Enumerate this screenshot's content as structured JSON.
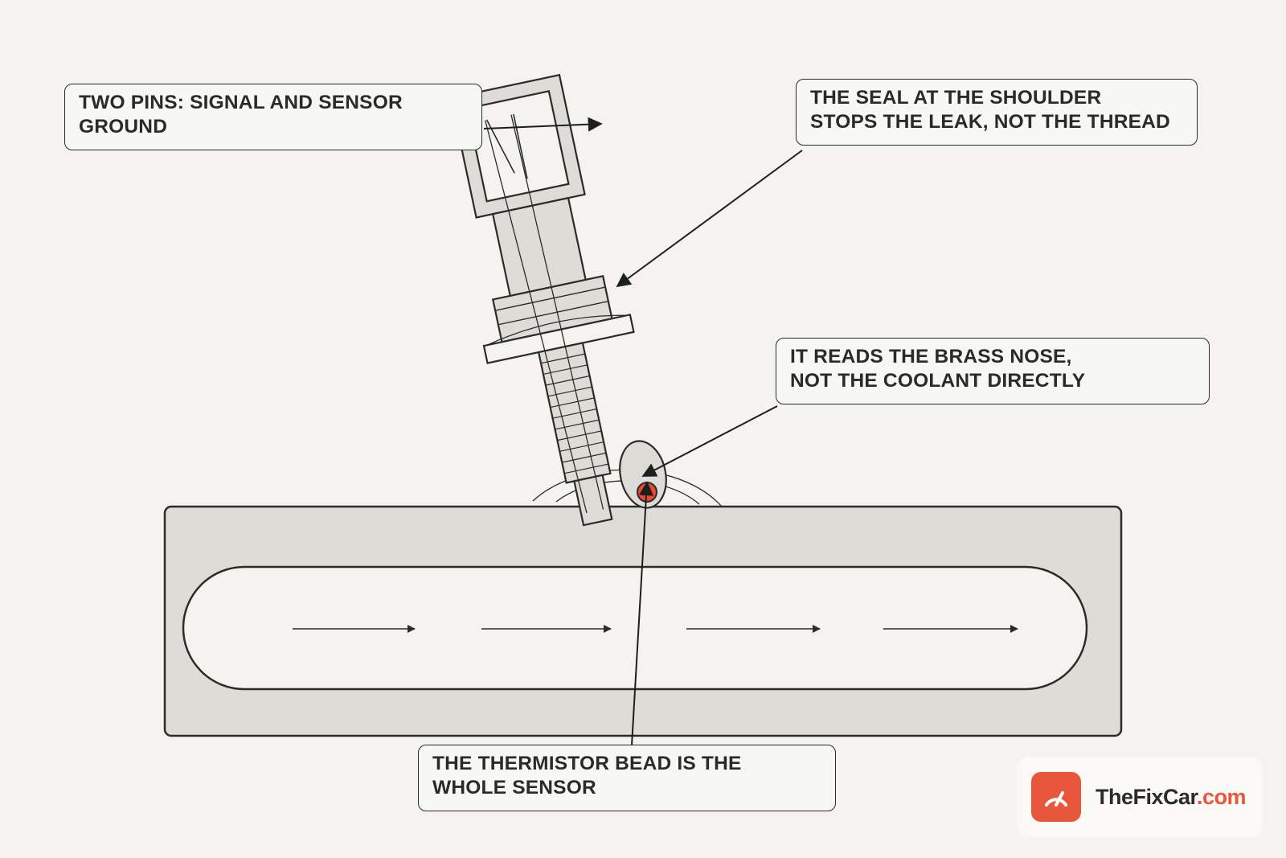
{
  "callouts": {
    "pins": {
      "line1": "TWO PINS: SIGNAL AND SENSOR",
      "line2": "GROUND"
    },
    "seal": {
      "line1": "THE SEAL AT THE SHOULDER",
      "line2": "STOPS THE LEAK, NOT THE THREAD"
    },
    "nose": {
      "line1": "IT READS THE BRASS NOSE,",
      "line2": "NOT THE COOLANT DIRECTLY"
    },
    "bead": {
      "line1": "THE THERMISTOR BEAD IS THE",
      "line2": "WHOLE SENSOR"
    }
  },
  "brand": {
    "icon": "gauge-icon",
    "name": "TheFixCar",
    "tld": ".com"
  },
  "colors": {
    "background": "#f4f3ef",
    "outline": "#2b2b2b",
    "housing_fill": "#dedcd7",
    "thermistor": "#e8482b",
    "brand_accent": "#e8573b"
  }
}
